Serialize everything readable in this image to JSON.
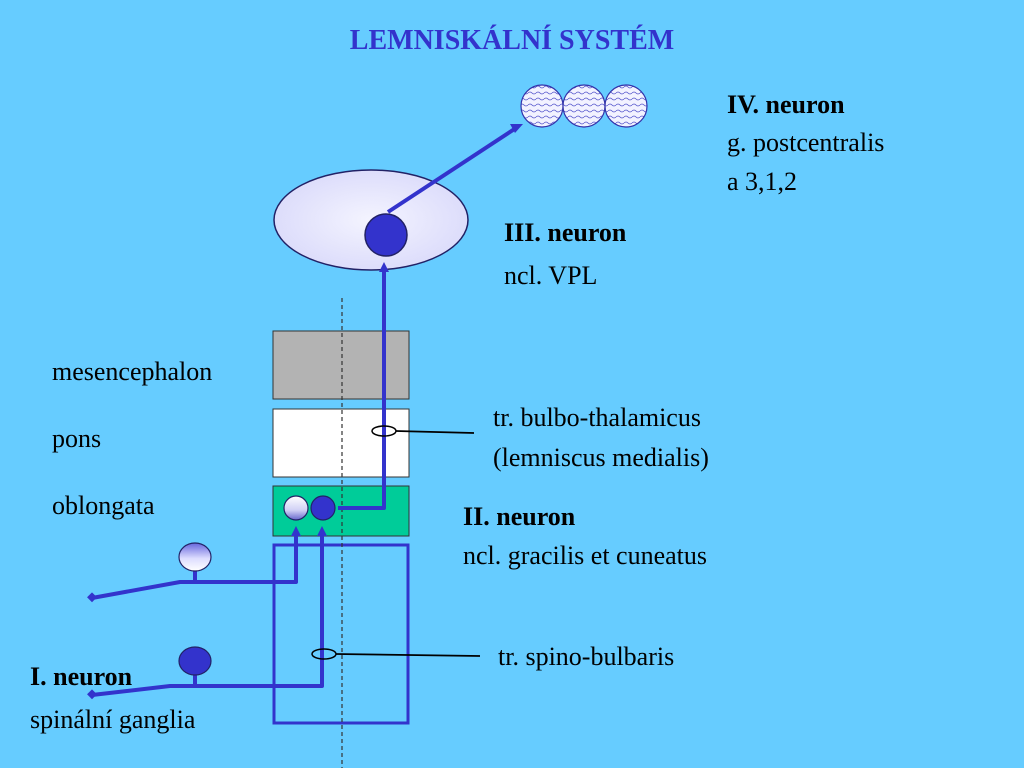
{
  "title": "LEMNISKÁLNÍ SYSTÉM",
  "labels": {
    "neuron4_title": "IV. neuron",
    "neuron4_line1": "g. postcentralis",
    "neuron4_line2": "a 3,1,2",
    "neuron3_title": "III. neuron",
    "neuron3_line1": "ncl. VPL",
    "mesencephalon": "mesencephalon",
    "pons": "pons",
    "oblongata": "oblongata",
    "tract_bulbo_line1": "tr. bulbo-thalamicus",
    "tract_bulbo_line2": "(lemniscus medialis)",
    "neuron2_title": "II. neuron",
    "neuron2_line1": "ncl. gracilis et cuneatus",
    "tract_spino": "tr. spino-bulbaris",
    "neuron1_title": "I. neuron",
    "neuron1_line1": "spinální ganglia"
  },
  "colors": {
    "background": "#66CCFF",
    "title": "#3333CC",
    "pathway": "#3333CC",
    "neuron_fill": "#3333CC",
    "mesencephalon": "#B3B3B3",
    "pons": "#FFFFFF",
    "oblongata": "#00CC99",
    "thalamus": "#E6E6FF"
  }
}
